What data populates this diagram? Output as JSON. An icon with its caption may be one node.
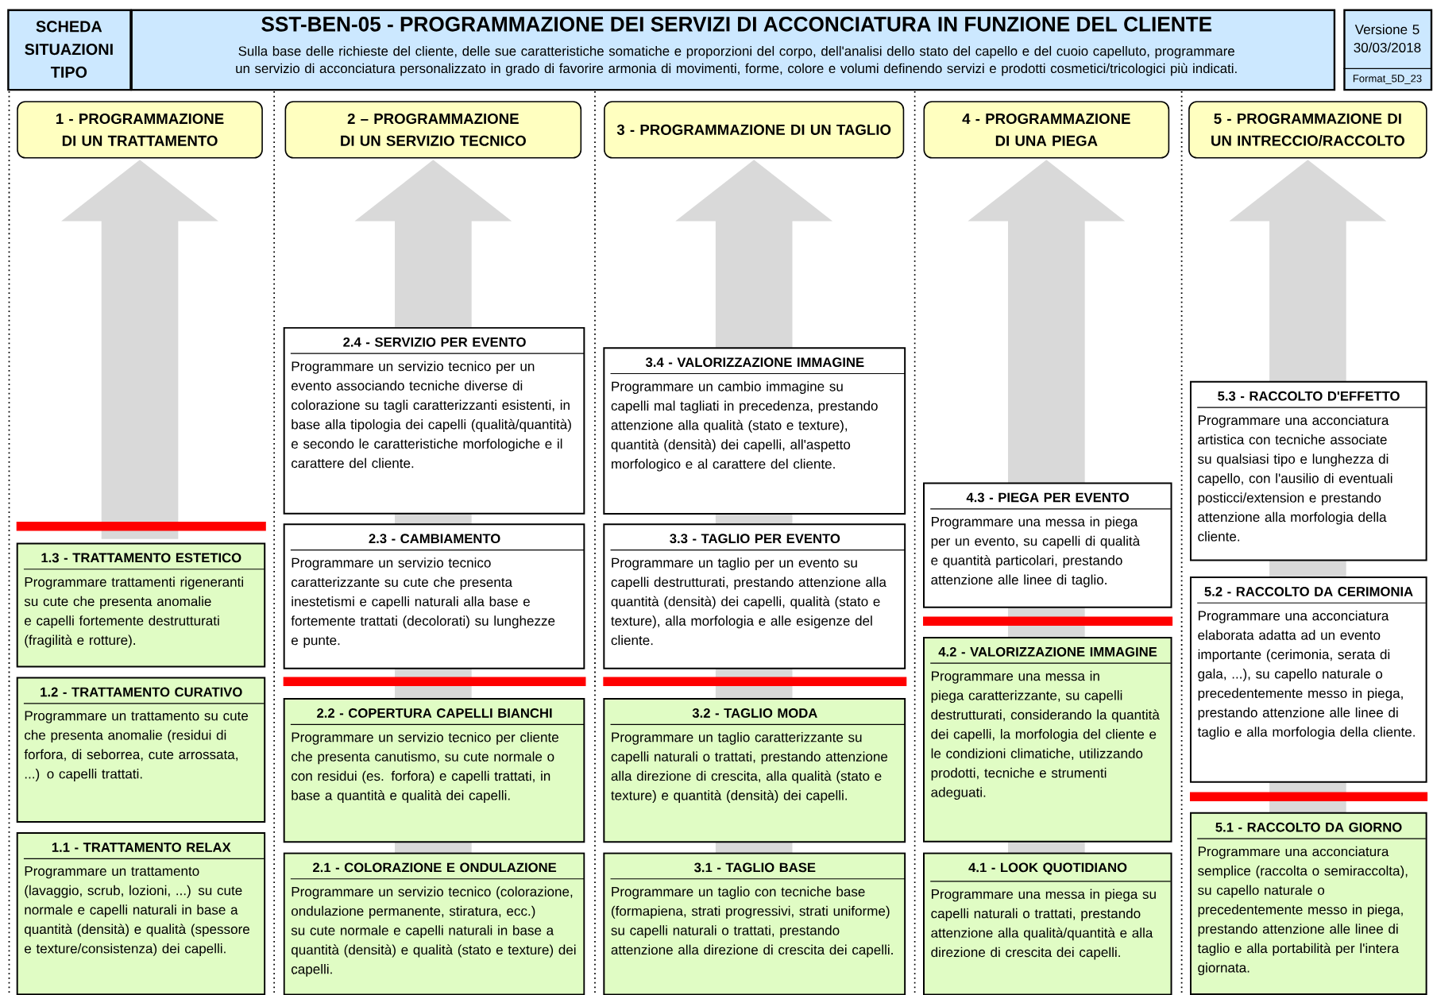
{
  "diagram": {
    "nodes": [
      {
        "text": [
          "SCHEDA SITUAZIONI TIPO"
        ]
      },
      {
        "text": [
          "SST-BEN-05  -  PROGRAMMAZIONE DEI SERVIZI DI ACCONCIATURA IN FUNZIONE DEL CLIENTE",
          "Sulla base delle richieste del cliente, delle sue caratteristiche somatiche e proporzioni del corpo, dell'analisi dello stato del capello e del cuoio capelluto, programmare un servizio di acconciatura personalizzato in grado di favorire armonia di movimenti, forme, colore e volumi definendo servizi e prodotti cosmetici/tricologici più indicati."
        ]
      },
      {
        "text": [
          "Versione 5 30/03/2018",
          "Format_5D_23"
        ]
      },
      {
        "text": [
          "1 - PROGRAMMAZIONE DI UN TRATTAMENTO"
        ]
      },
      {
        "text": [
          "2 – PROGRAMMAZIONE DI UN SERVIZIO TECNICO"
        ]
      },
      {
        "text": [
          "3 - PROGRAMMAZIONE DI UN TAGLIO"
        ]
      },
      {
        "text": [
          "4 - PROGRAMMAZIONE DI UNA PIEGA"
        ]
      },
      {
        "text": [
          "5 - PROGRAMMAZIONE DI UN INTRECCIO/RACCOLTO"
        ]
      },
      {
        "text": [
          "1.3 - TRATTAMENTO ESTETICO",
          "Programmare trattamenti rigeneranti su cute che presenta anomalie e capelli fortemente destrutturati (fragilità e rotture)."
        ]
      },
      {
        "text": [
          "1.2 - TRATTAMENTO CURATIVO",
          "Programmare un trattamento su cute che presenta anomalie (residui di forfora, di seborrea, cute arrossata, ...) o capelli trattati."
        ]
      },
      {
        "text": [
          "1.1 - TRATTAMENTO RELAX",
          "Programmare un trattamento (lavaggio, scrub, lozioni, ...) su cute normale e capelli naturali in base a quantità (densità) e qualità (spessore e texture/consistenza) dei capelli."
        ]
      },
      {
        "text": [
          "2.4 - SERVIZIO PER EVENTO",
          "Programmare un servizio tecnico per un evento associando tecniche diverse di colorazione su tagli caratterizzanti esistenti, in base alla tipologia dei capelli (qualità/quantità) e secondo le caratteristiche morfologiche e il carattere del cliente."
        ]
      },
      {
        "text": [
          "2.3 - CAMBIAMENTO",
          "Programmare un servizio tecnico caratterizzante su cute che presenta inestetismi e capelli naturali alla base e fortemente trattati (decolorati) su lunghezze e punte."
        ]
      },
      {
        "text": [
          "2.2 - COPERTURA CAPELLI BIANCHI",
          "Programmare un servizio tecnico per cliente che presenta canutismo, su cute normale o con residui (es. forfora) e capelli trattati, in base a quantità e qualità dei capelli."
        ]
      },
      {
        "text": [
          "2.1 - COLORAZIONE E ONDULAZIONE",
          "Programmare un servizio tecnico (colorazione, ondulazione permanente, stiratura, ecc.) su cute normale e capelli naturali in base a quantità (densità) e qualità (stato e texture) dei capelli."
        ]
      },
      {
        "text": [
          "3.4 - VALORIZZAZIONE IMMAGINE",
          "Programmare un cambio immagine su capelli mal tagliati in precedenza, prestando attenzione alla qualità (stato e texture), quantità (densità) dei capelli, all'aspetto morfologico e al carattere del cliente."
        ]
      },
      {
        "text": [
          "3.3 - TAGLIO PER EVENTO",
          "Programmare un taglio per un evento su capelli destrutturati, prestando attenzione alla quantità (densità) dei capelli, qualità (stato e texture), alla morfologia e alle esigenze del cliente."
        ]
      },
      {
        "text": [
          "3.2 - TAGLIO MODA",
          "Programmare un taglio caratterizzante su capelli naturali o trattati, prestando attenzione alla direzione di crescita, alla qualità (stato e texture) e quantità (densità) dei capelli."
        ]
      },
      {
        "text": [
          "3.1 - TAGLIO BASE",
          "Programmare un taglio con tecniche base (formapiena, strati progressivi, strati uniforme) su capelli naturali o trattati, prestando attenzione alla direzione di crescita dei capelli."
        ]
      },
      {
        "text": [
          "4.3 - PIEGA PER EVENTO",
          "Programmare una messa in piega per un evento, su capelli di qualità e quantità particolari, prestando attenzione alle linee di taglio."
        ]
      },
      {
        "text": [
          "4.2 - VALORIZZAZIONE IMMAGINE",
          "Programmare una messa in piega caratterizzante, su capelli destrutturati, considerando la quantità dei capelli, la morfologia del cliente e le condizioni climatiche, utilizzando prodotti, tecniche e strumenti adeguati."
        ]
      },
      {
        "text": [
          "4.1 - LOOK QUOTIDIANO",
          "Programmare una messa in piega su capelli naturali o trattati, prestando attenzione alla qualità/quantità e alla direzione di crescita dei capelli."
        ]
      },
      {
        "text": [
          "5.3 - RACCOLTO D'EFFETTO",
          "Programmare una acconciatura artistica con tecniche associate su qualsiasi tipo e lunghezza di capello, con l'ausilio di eventuali posticci/extension e prestando attenzione alla morfologia della cliente."
        ]
      },
      {
        "text": [
          "5.2 - RACCOLTO DA CERIMONIA",
          "Programmare una acconciatura elaborata adatta ad un evento importante (cerimonia, serata di gala, ...), su capello naturale o precedentemente messo in piega, prestando attenzione alle linee di taglio e alla morfologia della cliente."
        ]
      },
      {
        "text": [
          "5.1 - RACCOLTO DA GIORNO",
          "Programmare una acconciatura semplice (raccolta o semiraccolta), su capello naturale o precedentemente messo in piega, prestando attenzione alle linee di taglio e alla portabilità per l'intera giornata."
        ]
      }
    ]
  }
}
